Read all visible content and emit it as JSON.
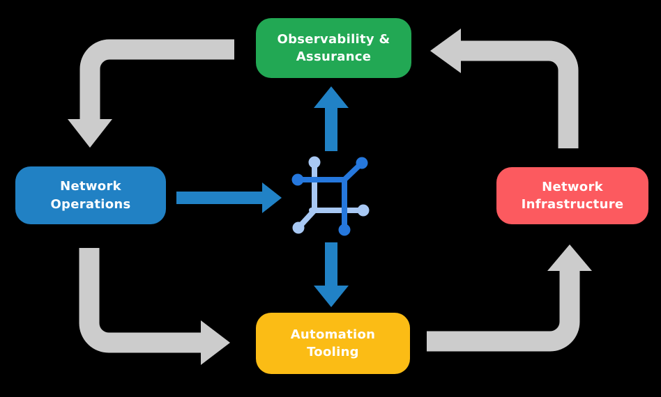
{
  "diagram": {
    "background_color": "#000000",
    "label_text_color": "#FFFFFF",
    "nodes": {
      "observability": {
        "label": "Observability &\nAssurance",
        "color": "#22A854"
      },
      "operations": {
        "label": "Network\nOperations",
        "color": "#2181C4"
      },
      "infrastructure": {
        "label": "Network\nInfrastructure",
        "color": "#FC5A5F"
      },
      "automation": {
        "label": "Automation\nTooling",
        "color": "#FBBC15"
      }
    },
    "center_icon": {
      "name": "network-mesh-icon",
      "color_primary": "#2678DD",
      "color_secondary": "#A8C8F3"
    },
    "colors": {
      "cycle_arrow": "#CCCCCC",
      "flow_arrow": "#2182C6"
    },
    "cycle_arrows": [
      {
        "from": "Observability & Assurance",
        "to": "Network Operations",
        "color": "#CCCCCC",
        "shape": "elbow-down"
      },
      {
        "from": "Network Operations",
        "to": "Automation Tooling",
        "color": "#CCCCCC",
        "shape": "elbow-right"
      },
      {
        "from": "Automation Tooling",
        "to": "Network Infrastructure",
        "color": "#CCCCCC",
        "shape": "elbow-up"
      },
      {
        "from": "Network Infrastructure",
        "to": "Observability & Assurance",
        "color": "#CCCCCC",
        "shape": "elbow-left"
      }
    ],
    "flow_arrows": [
      {
        "from": "Network Operations",
        "to": "center icon",
        "color": "#2182C6",
        "direction": "right"
      },
      {
        "from": "center icon",
        "to": "Observability & Assurance",
        "color": "#2182C6",
        "direction": "up"
      },
      {
        "from": "center icon",
        "to": "Automation Tooling",
        "color": "#2182C6",
        "direction": "down"
      }
    ]
  }
}
